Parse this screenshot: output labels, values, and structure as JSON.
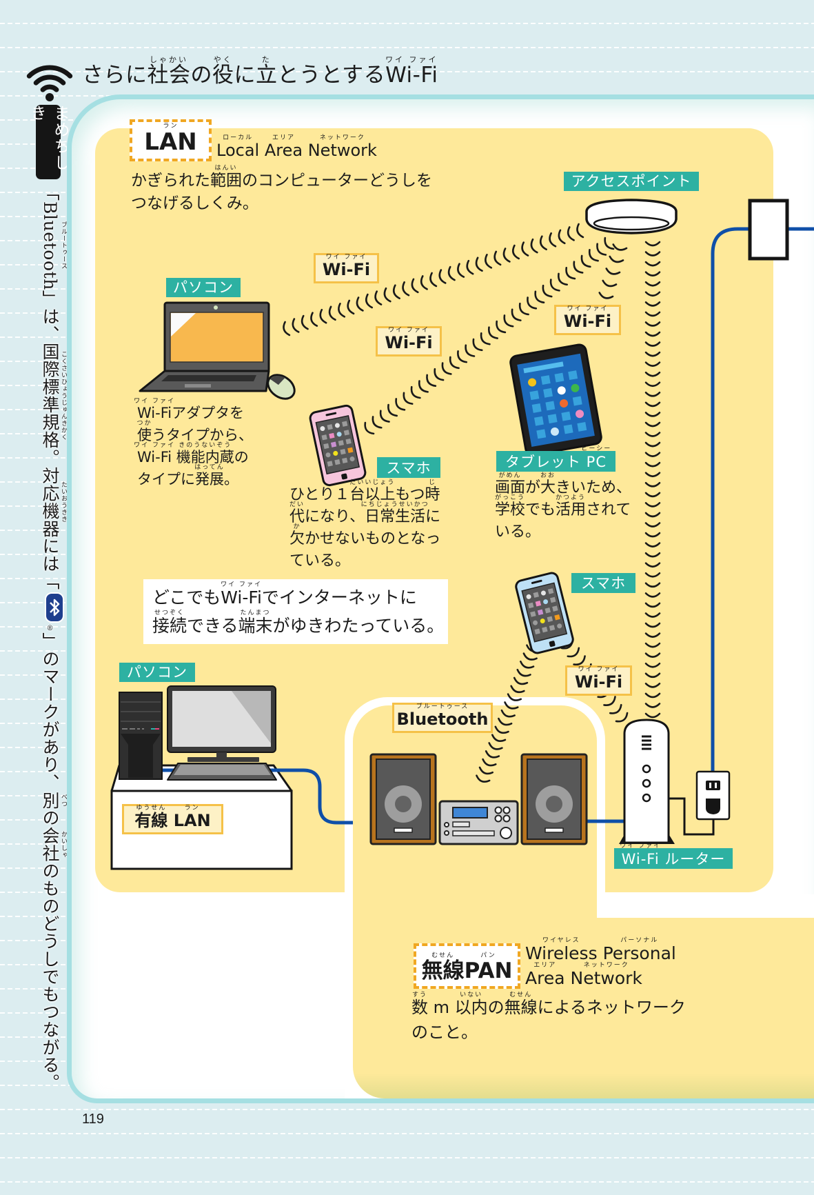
{
  "colors": {
    "background": "#dcedf0",
    "card_border": "#a5dfe2",
    "lan_area": "#fee99a",
    "label_teal": "#2db1a2",
    "tag_dash": "#f0a722",
    "term_label_bg": "#fdf1c6",
    "term_label_border": "#f5c148",
    "cable_blue": "#0f4fa8"
  },
  "header": {
    "icon": "wifi-icon",
    "title": [
      "さらに",
      {
        "b": "社会",
        "r": "しゃかい"
      },
      "の",
      {
        "b": "役",
        "r": "やく"
      },
      "に",
      {
        "b": "立",
        "r": "た"
      },
      "とうとする",
      {
        "b": "Wi-Fi",
        "r": "ワイ ファイ"
      }
    ]
  },
  "sidebar": {
    "tag": "まめちしき",
    "note_before": [
      "「",
      {
        "b": "Bluetooth",
        "r": "ブルートゥース"
      },
      "」は、",
      {
        "b": "国際標準規格",
        "r": "こくさいひょうじゅんきかく"
      },
      "。",
      {
        "b": "対応機器",
        "r": "たいおうきき"
      },
      "には「"
    ],
    "logo_icon": "bluetooth-logo",
    "registered_mark": "®",
    "note_after": [
      "」のマークがあり、",
      {
        "b": "別",
        "r": "べつ"
      },
      "の",
      {
        "b": "会社",
        "r": "かいしゃ"
      },
      "のものどうしでもつながる。"
    ]
  },
  "lan": {
    "tag": [
      {
        "b": "LAN",
        "r": "ラン"
      }
    ],
    "full_name": [
      {
        "b": "Local",
        "r": "ローカル"
      },
      " ",
      {
        "b": "Area",
        "r": "エリア"
      },
      " ",
      {
        "b": "Network",
        "r": "ネットワーク"
      }
    ],
    "description": [
      [
        "かぎられた",
        {
          "b": "範囲",
          "r": "はんい"
        },
        "のコンピューターどうしを"
      ],
      [
        "つなげるしくみ。"
      ]
    ]
  },
  "devices": {
    "access_point": {
      "label": "アクセスポイント"
    },
    "laptop": {
      "label": "パソコン",
      "description": [
        [
          {
            "b": "Wi-Fi",
            "r": "ワイ ファイ"
          },
          "アダプタを"
        ],
        [
          {
            "b": "使",
            "r": "つか"
          },
          "うタイプから、"
        ],
        [
          {
            "b": "Wi-Fi",
            "r": "ワイ ファイ"
          },
          " ",
          {
            "b": "機能内蔵",
            "r": "きのうないぞう"
          },
          "の"
        ],
        [
          "タイプに",
          {
            "b": "発展",
            "r": "はってん"
          },
          "。"
        ]
      ]
    },
    "smartphone": {
      "label": "スマホ",
      "description": [
        [
          "ひとり１",
          {
            "b": "台",
            "r": "だい"
          },
          {
            "b": "以上",
            "r": "いじょう"
          },
          "もつ",
          {
            "b": "時",
            "r": "じ"
          }
        ],
        [
          {
            "b": "代",
            "r": "だい"
          },
          "になり、",
          {
            "b": "日常生活",
            "r": "にちじょうせいかつ"
          },
          "に"
        ],
        [
          {
            "b": "欠",
            "r": "か"
          },
          "かせないものとなっ"
        ],
        [
          "ている。"
        ]
      ]
    },
    "tablet": {
      "label": [
        "タブレット ",
        {
          "b": "PC",
          "r": "ピーシー"
        }
      ],
      "description": [
        [
          {
            "b": "画面",
            "r": "がめん"
          },
          "が",
          {
            "b": "大",
            "r": "おお"
          },
          "きいため、"
        ],
        [
          {
            "b": "学校",
            "r": "がっこう"
          },
          "でも",
          {
            "b": "活用",
            "r": "かつよう"
          },
          "されて"
        ],
        [
          "いる。"
        ]
      ]
    },
    "smartphone_bluetooth": {
      "label": "スマホ"
    },
    "desktop": {
      "label": "パソコン"
    },
    "router": {
      "label": [
        {
          "b": "Wi-Fi",
          "r": "ワイ ファイ"
        },
        " ルーター"
      ]
    }
  },
  "connections": {
    "wifi_labels": [
      [
        {
          "b": "Wi-Fi",
          "r": "ワイ ファイ"
        }
      ],
      [
        {
          "b": "Wi-Fi",
          "r": "ワイ ファイ"
        }
      ],
      [
        {
          "b": "Wi-Fi",
          "r": "ワイ ファイ"
        }
      ],
      [
        {
          "b": "Wi-Fi",
          "r": "ワイ ファイ"
        }
      ]
    ],
    "wired_lan": [
      {
        "b": "有線",
        "r": "ゆうせん"
      },
      " ",
      {
        "b": "LAN",
        "r": "ラン"
      }
    ],
    "bluetooth": [
      {
        "b": "Bluetooth",
        "r": "ブルートゥース"
      }
    ]
  },
  "callout": {
    "text": [
      [
        "どこでも",
        {
          "b": "Wi-Fi",
          "r": "ワイ ファイ"
        },
        "でインターネットに"
      ],
      [
        {
          "b": "接続",
          "r": "せつぞく"
        },
        "できる",
        {
          "b": "端末",
          "r": "たんまつ"
        },
        "がゆきわたっている。"
      ]
    ]
  },
  "pan": {
    "tag": [
      {
        "b": "無線",
        "r": "むせん"
      },
      {
        "b": "PAN",
        "r": "パン"
      }
    ],
    "full_name": [
      [
        {
          "b": "Wireless",
          "r": "ワイヤレス"
        },
        " ",
        {
          "b": "Personal",
          "r": "パーソナル"
        }
      ],
      [
        {
          "b": "Area",
          "r": "エリア"
        },
        " ",
        {
          "b": "Network",
          "r": "ネットワーク"
        }
      ]
    ],
    "description": [
      [
        {
          "b": "数",
          "r": "すう"
        },
        " m ",
        {
          "b": "以内",
          "r": "いない"
        },
        "の",
        {
          "b": "無線",
          "r": "むせん"
        },
        "によるネットワーク"
      ],
      [
        "のこと。"
      ]
    ]
  },
  "page": {
    "number": "119"
  }
}
